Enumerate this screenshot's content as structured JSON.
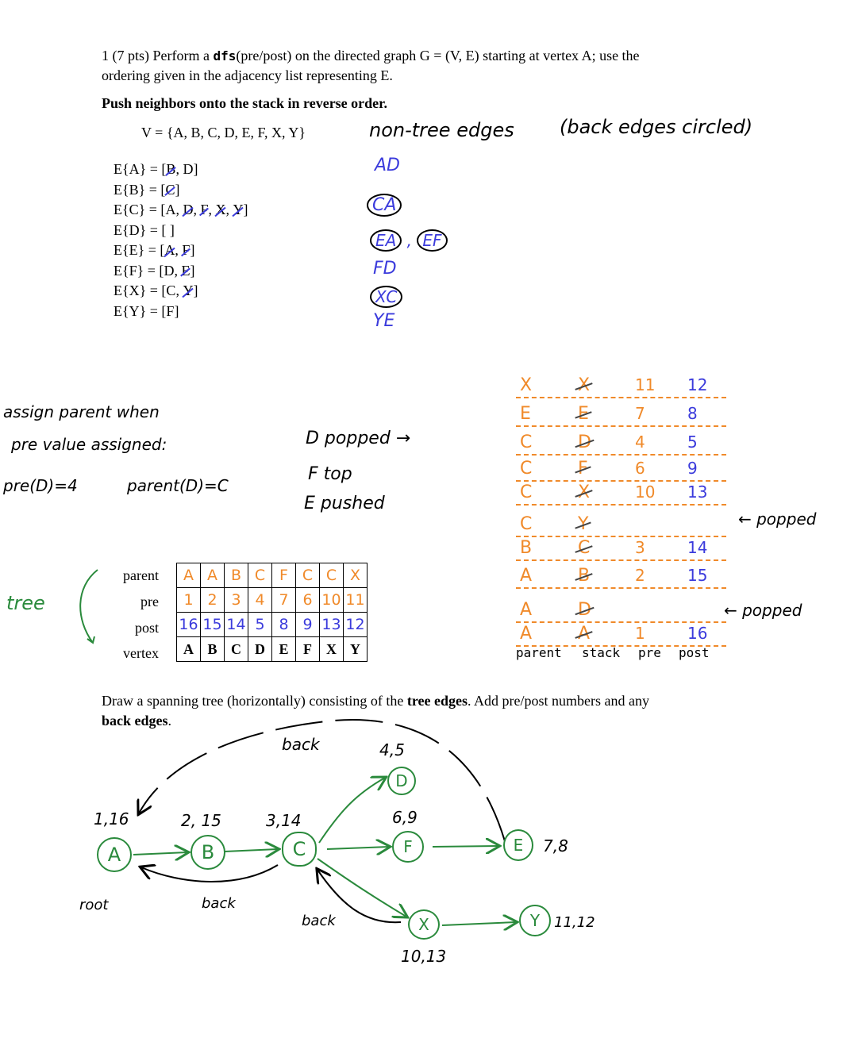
{
  "question": {
    "line1_a": "1 (7 pts) Perform a ",
    "line1_code": "dfs",
    "line1_b": "(pre/post) on the directed graph G = (V, E) starting at vertex A; use the",
    "line2": "ordering given in the adjacency list representing E.",
    "instruction": "Push neighbors onto the stack in reverse order.",
    "vertex_set": "V = {A, B, C, D, E, F, X, Y}"
  },
  "adjacency": [
    {
      "label": "E{A} = [",
      "items": [
        "B",
        "D"
      ],
      "struck": [
        true,
        false
      ]
    },
    {
      "label": "E{B} = [",
      "items": [
        "C"
      ],
      "struck": [
        true
      ]
    },
    {
      "label": "E{C} = [",
      "items": [
        "A",
        "D",
        "F",
        "X",
        "Y"
      ],
      "struck": [
        false,
        true,
        true,
        true,
        true
      ]
    },
    {
      "label": "E{D} = [",
      "items": [
        " "
      ],
      "struck": [
        false
      ]
    },
    {
      "label": "E{E} = [",
      "items": [
        "A",
        "F"
      ],
      "struck": [
        true,
        true
      ]
    },
    {
      "label": "E{F} = [",
      "items": [
        "D",
        "E"
      ],
      "struck": [
        false,
        true
      ]
    },
    {
      "label": "E{X} = [",
      "items": [
        "C",
        "Y"
      ],
      "struck": [
        false,
        true
      ]
    },
    {
      "label": "E{Y} = [",
      "items": [
        "F"
      ],
      "struck": [
        false
      ]
    }
  ],
  "non_tree": {
    "heading": "non-tree edges",
    "note": "(back edges circled)",
    "edges": [
      "AD",
      "CA",
      "EA",
      "EF",
      "FD",
      "XC",
      "YE"
    ]
  },
  "notes": {
    "assign1": "assign parent when",
    "assign2": "pre value assigned:",
    "pre_d": "pre(D)=4",
    "parent_d": "parent(D)=C",
    "d_popped": "D popped →",
    "f_top": "F top",
    "e_pushed": "E pushed",
    "tree": "tree",
    "popped1": "← popped",
    "popped2": "← popped"
  },
  "dfs_table": {
    "row_labels": [
      "parent",
      "pre",
      "post",
      "vertex"
    ],
    "parent": [
      "A",
      "A",
      "B",
      "C",
      "F",
      "C",
      "C",
      "X"
    ],
    "pre": [
      "1",
      "2",
      "3",
      "4",
      "7",
      "6",
      "10",
      "11"
    ],
    "post": [
      "16",
      "15",
      "14",
      "5",
      "8",
      "9",
      "13",
      "12"
    ],
    "vertex": [
      "A",
      "B",
      "C",
      "D",
      "E",
      "F",
      "X",
      "Y"
    ]
  },
  "stack_table": {
    "headers": [
      "parent",
      "stack",
      "pre",
      "post"
    ],
    "rows": [
      {
        "parent": "X",
        "stack": "X",
        "pre": "11",
        "post": "12"
      },
      {
        "parent": "E",
        "stack": "E",
        "pre": "7",
        "post": "8"
      },
      {
        "parent": "C",
        "stack": "D",
        "pre": "4",
        "post": "5"
      },
      {
        "parent": "C",
        "stack": "F",
        "pre": "6",
        "post": "9"
      },
      {
        "parent": "C",
        "stack": "X",
        "pre": "10",
        "post": "13"
      },
      {
        "parent": "C",
        "stack": "Y",
        "pre": "",
        "post": ""
      },
      {
        "parent": "B",
        "stack": "C",
        "pre": "3",
        "post": "14"
      },
      {
        "parent": "A",
        "stack": "B",
        "pre": "2",
        "post": "15"
      },
      {
        "parent": "A",
        "stack": "D",
        "pre": "",
        "post": ""
      },
      {
        "parent": "A",
        "stack": "A",
        "pre": "1",
        "post": "16"
      }
    ]
  },
  "tree_section": {
    "line1_a": "Draw a spanning tree (horizontally) consisting of the ",
    "line1_bold": "tree edges",
    "line1_b": ". Add pre/post numbers and any",
    "line2_bold": "back edges",
    "line2_b": "."
  },
  "tree_drawing": {
    "nodes": [
      "A",
      "B",
      "C",
      "D",
      "F",
      "E",
      "X",
      "Y"
    ],
    "labels": {
      "A": "1,16",
      "B": "2, 15",
      "C": "3,14",
      "D": "4,5",
      "F": "6,9",
      "E": "7,8",
      "X": "10,13",
      "Y": "11,12"
    },
    "root": "root",
    "back": "back"
  },
  "colors": {
    "blue": "#3b3bdc",
    "orange": "#f08a2a",
    "green": "#2a8a3c"
  }
}
